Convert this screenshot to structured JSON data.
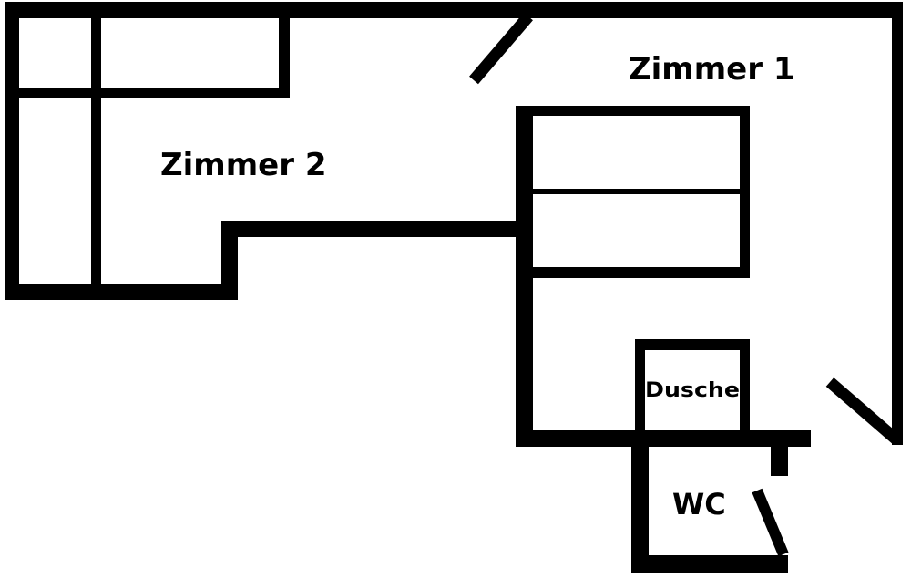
{
  "diagram": {
    "type": "floor-plan",
    "colors": {
      "wall": "#000000",
      "background": "#ffffff"
    },
    "rooms": [
      {
        "id": "zimmer-1",
        "label": "Zimmer 1"
      },
      {
        "id": "zimmer-2",
        "label": "Zimmer 2"
      },
      {
        "id": "dusche",
        "label": "Dusche"
      },
      {
        "id": "wc",
        "label": "WC"
      }
    ]
  }
}
